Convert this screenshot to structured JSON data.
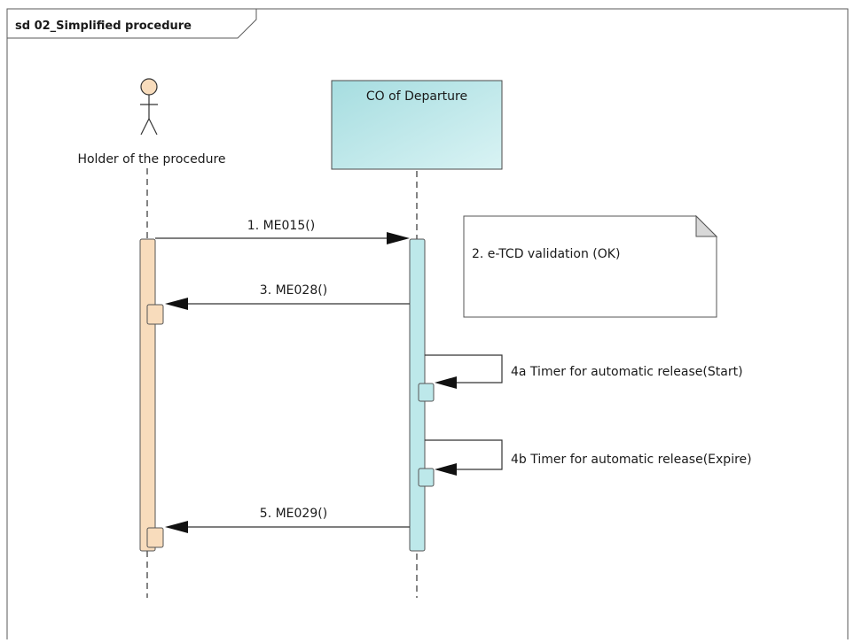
{
  "frame": {
    "title": "sd 02_Simplified procedure"
  },
  "lifelines": {
    "holder": {
      "label": "Holder of the procedure",
      "color": "#f8dcbc"
    },
    "co_departure": {
      "label": "CO of Departure",
      "color": "#bde8ea"
    }
  },
  "messages": [
    {
      "label": "1. ME015()"
    },
    {
      "label": "3. ME028()"
    },
    {
      "label": "4a Timer for automatic release(Start)"
    },
    {
      "label": "4b Timer for automatic release(Expire)"
    },
    {
      "label": "5. ME029()"
    }
  ],
  "note": {
    "text": "2. e-TCD validation (OK)"
  }
}
